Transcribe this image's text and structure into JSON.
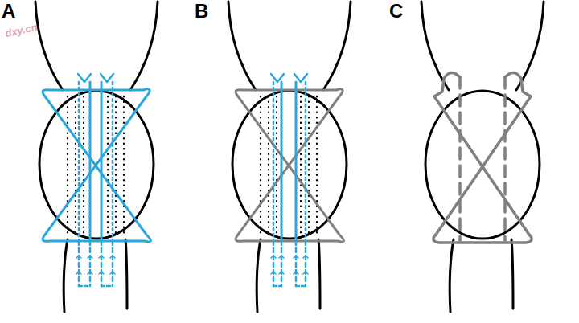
{
  "diagram": {
    "labels": [
      "A",
      "B",
      "C",
      "dxy.cn"
    ]
  }
}
